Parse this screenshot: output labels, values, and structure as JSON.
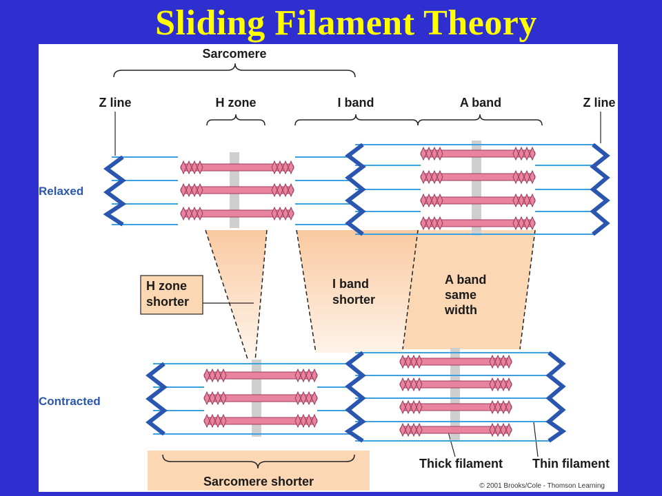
{
  "title": "Sliding Filament Theory",
  "labels": {
    "sarcomere": "Sarcomere",
    "z_line_left": "Z line",
    "h_zone": "H zone",
    "i_band": "I band",
    "a_band": "A band",
    "z_line_right": "Z line",
    "relaxed": "Relaxed",
    "contracted": "Contracted",
    "h_zone_shorter": [
      "H zone",
      "shorter"
    ],
    "i_band_shorter": [
      "I band",
      "shorter"
    ],
    "a_band_same_width": [
      "A band",
      "same",
      "width"
    ],
    "thick_filament": "Thick filament",
    "thin_filament": "Thin filament",
    "sarcomere_shorter": "Sarcomere shorter",
    "copyright": "© 2001 Brooks/Cole - Thomson Learning"
  },
  "colors": {
    "background": "#2f2fd0",
    "title": "#ffff00",
    "thick_filament": "#e8849f",
    "thin_filament": "#3aa0e0",
    "z_disc": "#2a56b0",
    "m_line": "#c8c8c8",
    "band_shading": "#fbd7b4"
  }
}
